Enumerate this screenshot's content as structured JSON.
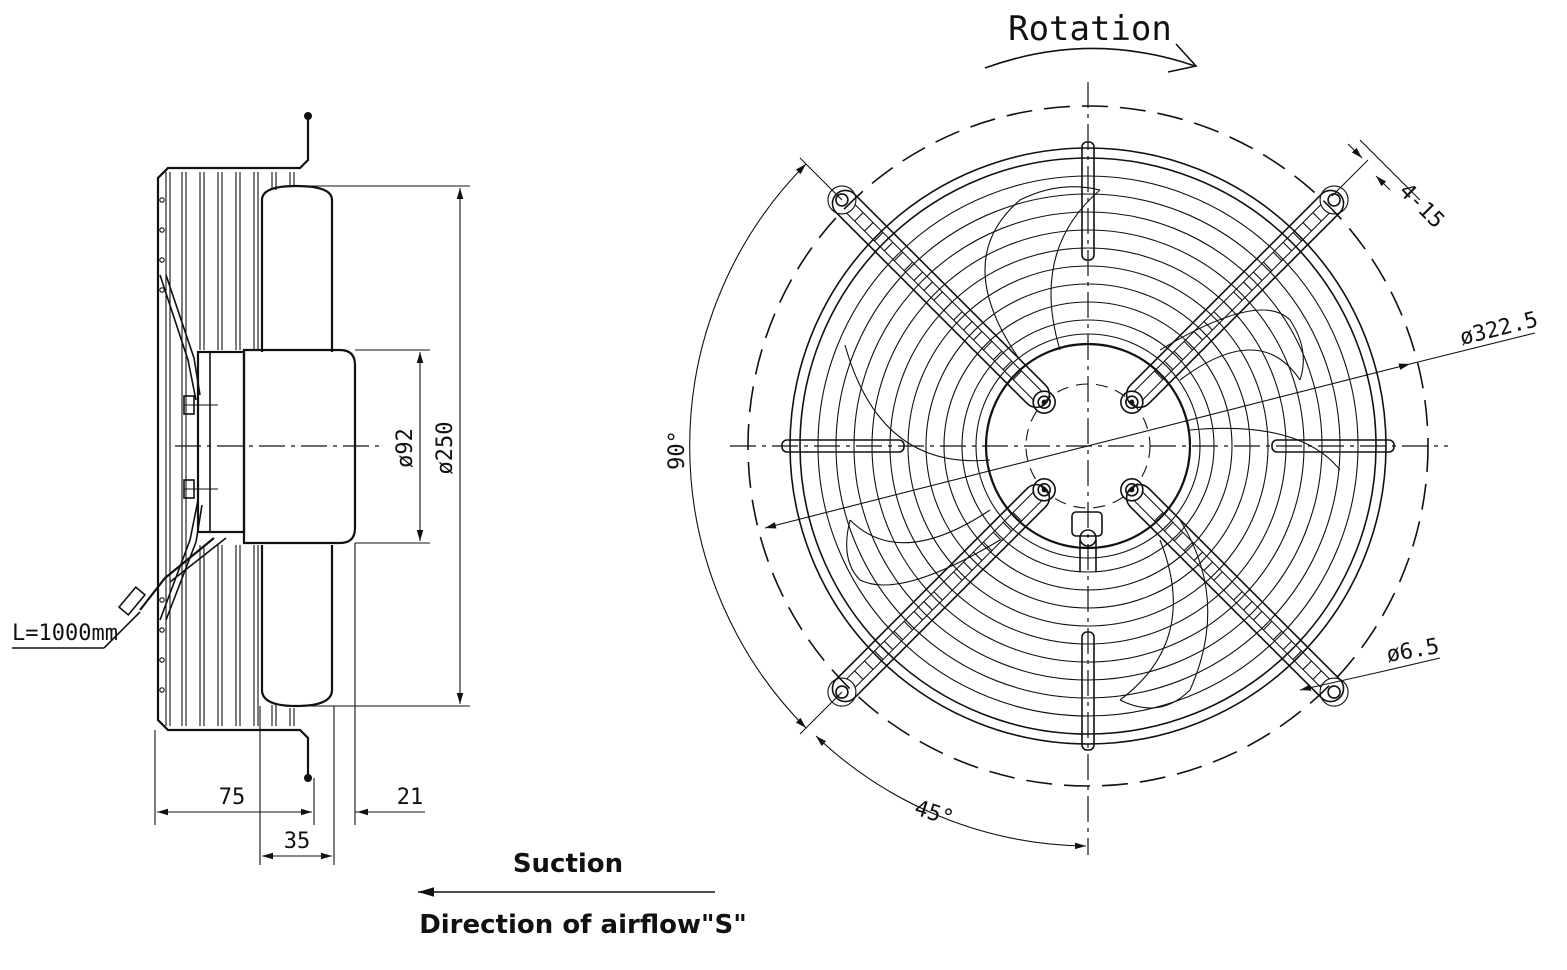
{
  "side_view": {
    "dim_hub_dia": "ø92",
    "dim_blade_dia": "ø250",
    "dim_depth_75": "75",
    "dim_depth_35": "35",
    "dim_depth_21": "21",
    "cable_length": "L=1000mm"
  },
  "front_view": {
    "rotation_label": "Rotation",
    "dim_guard_dia": "ø322.5",
    "dim_slot": "4-15",
    "dim_hole": "ø6.5",
    "angle_90": "90°",
    "angle_45": "45°"
  },
  "airflow": {
    "suction_label": "Suction",
    "direction_label": "Direction of airflow\"S\""
  }
}
